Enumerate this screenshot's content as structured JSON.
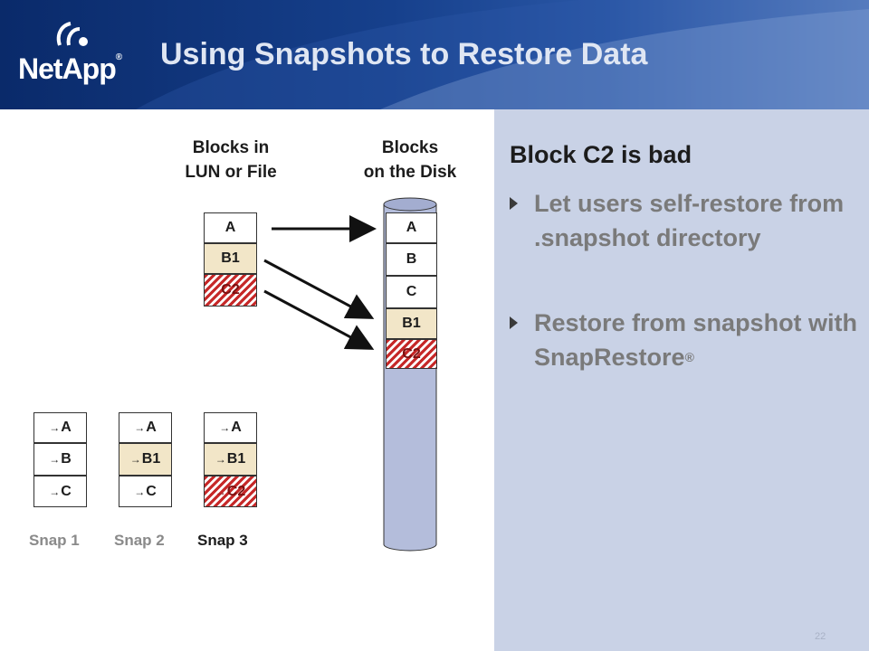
{
  "header": {
    "title": "Using Snapshots to Restore Data",
    "logo_text": "NetApp"
  },
  "diagram": {
    "lun_label_line1": "Blocks in",
    "lun_label_line2": "LUN or File",
    "disk_label_line1": "Blocks",
    "disk_label_line2": "on the Disk",
    "lun_blocks": [
      "A",
      "B1",
      "C2"
    ],
    "disk_blocks": [
      "A",
      "B",
      "C",
      "B1",
      "C2"
    ],
    "snap1": {
      "label": "Snap 1",
      "blocks": [
        "A",
        "B",
        "C"
      ]
    },
    "snap2": {
      "label": "Snap 2",
      "blocks": [
        "A",
        "B1",
        "C"
      ]
    },
    "snap3": {
      "label": "Snap 3",
      "blocks": [
        "A",
        "B1",
        "C2"
      ]
    },
    "arrow_glyph": "→",
    "colors": {
      "bad_block": "#c62828",
      "modified_block": "#f2e6c8",
      "disk": "#b4bddb",
      "panel": "#c9d2e6"
    }
  },
  "panel": {
    "heading": "Block C2 is bad",
    "bullets": [
      {
        "text": "Let users self-restore from .snapshot directory"
      },
      {
        "text": "Restore from snapshot with SnapRestore",
        "suffix": "®"
      }
    ]
  },
  "footer": {
    "page_number": "22"
  }
}
